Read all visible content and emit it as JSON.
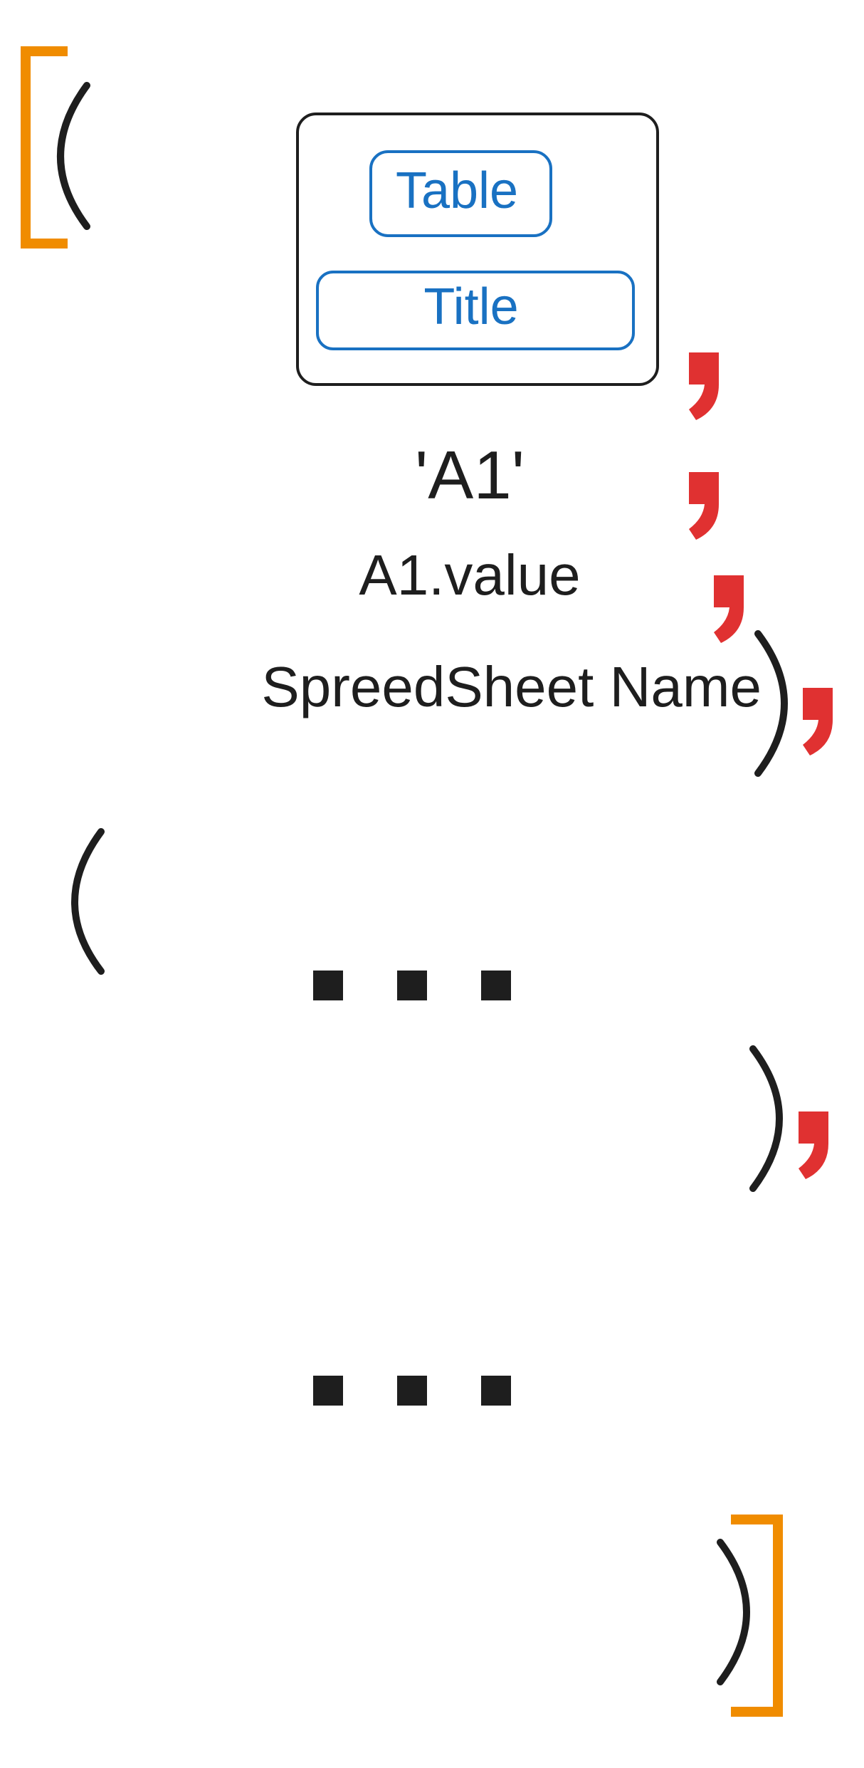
{
  "table_box": {
    "table_label": "Table",
    "title_label": "Title"
  },
  "args": {
    "cell_ref": "'A1'",
    "cell_value": "A1.value",
    "sheet_name": "SpreedSheet Name"
  },
  "colors": {
    "bracket": "#f08c00",
    "comma": "#e03131",
    "box_outline": "#1e1e1e",
    "inner_box": "#1971c2",
    "text": "#1e1e1e"
  }
}
